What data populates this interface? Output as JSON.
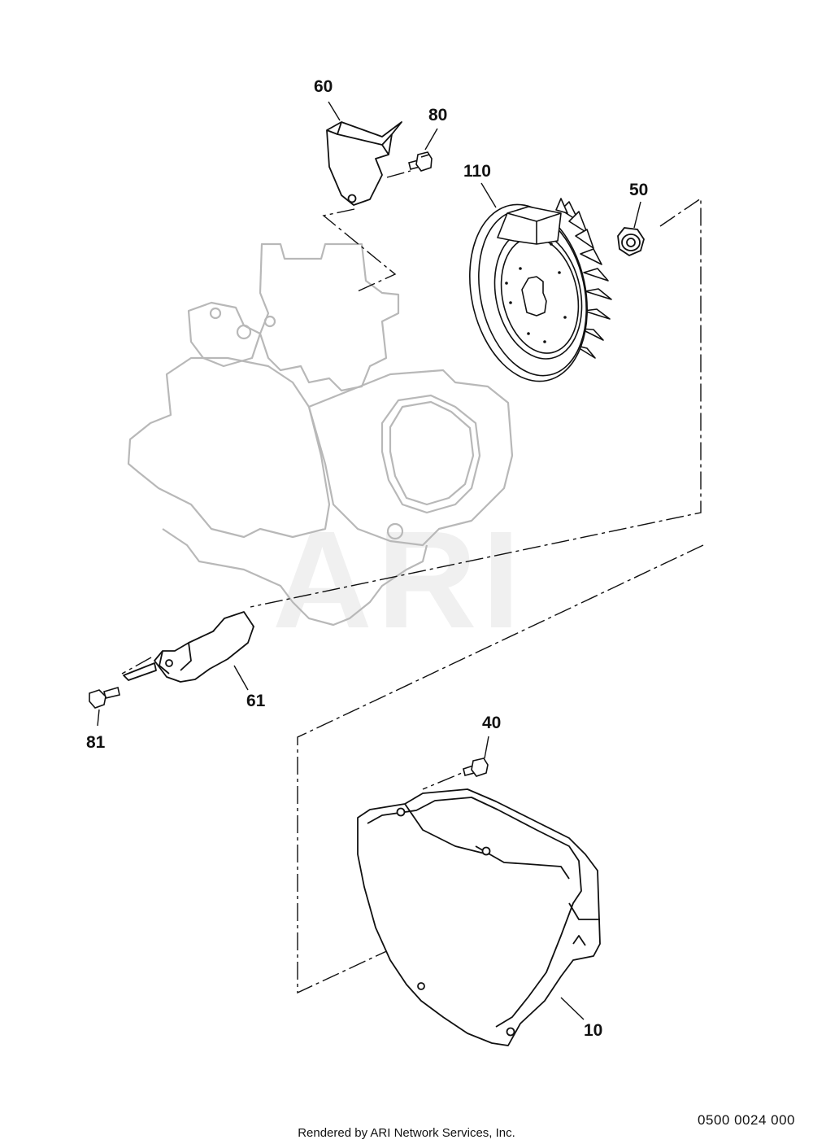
{
  "watermark": "ARI",
  "callouts": {
    "c10": "10",
    "c40": "40",
    "c50": "50",
    "c60": "60",
    "c61": "61",
    "c80": "80",
    "c81": "81",
    "c110": "110"
  },
  "footer": {
    "drawing_number": "0500 0024 000",
    "credit": "Rendered by ARI Network Services, Inc."
  },
  "colors": {
    "line": "#111111",
    "ghost_engine": "#b8b8b8",
    "watermark": "#f0f0f0"
  }
}
